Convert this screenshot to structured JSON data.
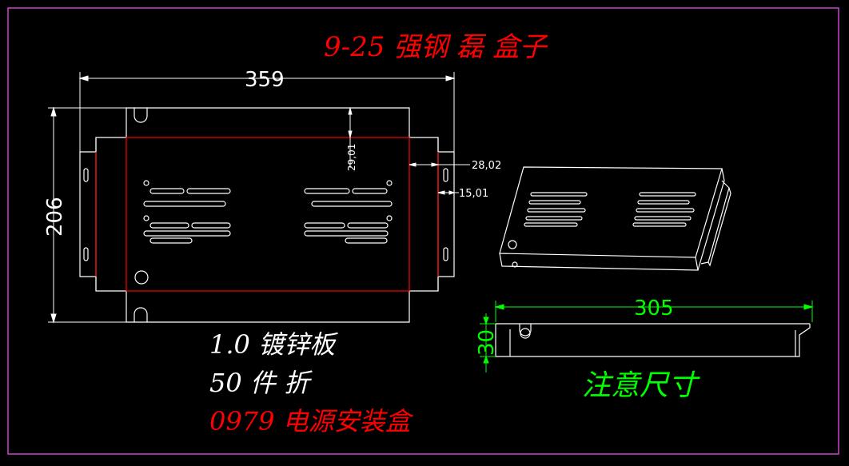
{
  "title": "9-25 强钢 磊 盒子",
  "material_lines": [
    "1.0 镀锌板",
    "50 件 折"
  ],
  "part_name": "0979 电源安装盒",
  "note": "注意尺寸",
  "dimensions": {
    "width": "359",
    "height": "206",
    "top_offset": "29,01",
    "side_offset": "28,02",
    "flange": "15,01",
    "length": "305",
    "depth": "30"
  },
  "colors": {
    "background": "#000000",
    "lines": "#ffffff",
    "red": "#ff0000",
    "green": "#00ff00",
    "frame": "#cc44cc"
  }
}
